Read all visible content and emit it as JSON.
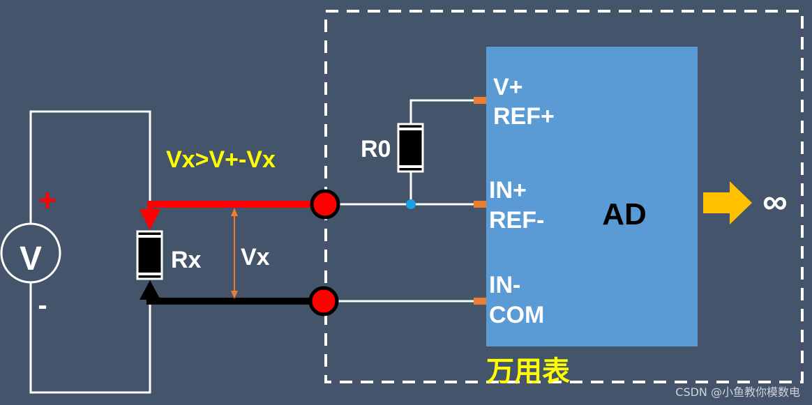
{
  "labels": {
    "plus": "+",
    "minus": "-",
    "source": "V",
    "rx": "Rx",
    "vx": "Vx",
    "condition": "Vx>V+-Vx",
    "r0": "R0",
    "pin_vplus": "V+",
    "pin_refplus": "REF+",
    "pin_inplus": "IN+",
    "pin_refminus": "REF-",
    "pin_inminus": "IN-",
    "pin_com": "COM",
    "ad": "AD",
    "infinity": "∞",
    "meter": "万用表",
    "watermark": "CSDN @小鱼教你模数电"
  },
  "colors": {
    "background": "#44546A",
    "wire": "#FFFFFF",
    "red_wire": "#FF0000",
    "black_wire": "#000000",
    "ad_block": "#5B9BD5",
    "pin": "#ED7D31",
    "yellow_text": "#FFFF00",
    "arrow": "#FFC000",
    "measure_arrow": "#ED7D31",
    "junction": "#1CA0E6"
  }
}
